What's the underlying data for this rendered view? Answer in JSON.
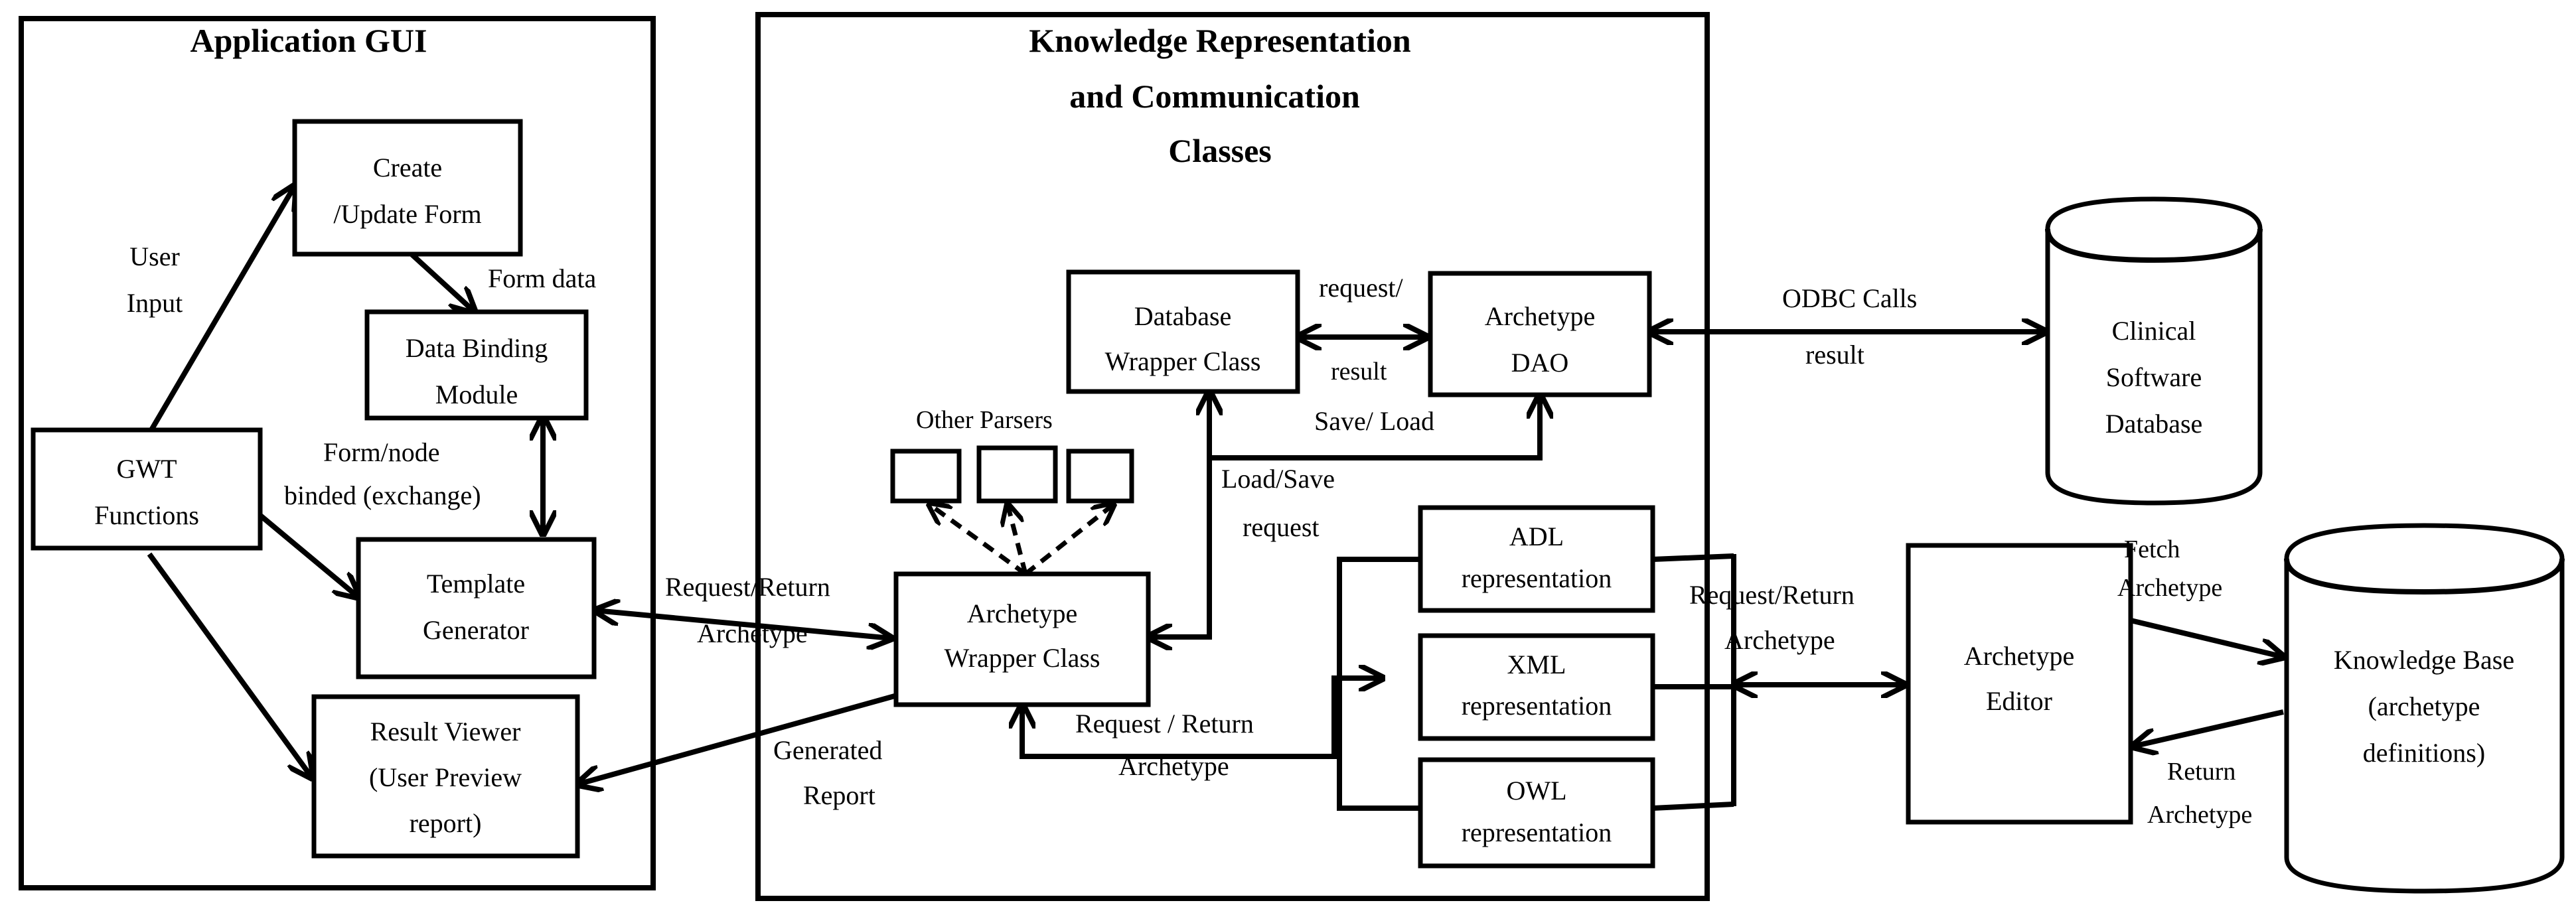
{
  "panels": {
    "app_gui": "Application GUI",
    "krc_line1": "Knowledge Representation",
    "krc_line2": "and Communication",
    "krc_line3": "Classes"
  },
  "boxes": {
    "create_form": [
      "Create",
      "/Update Form"
    ],
    "data_binding": [
      "Data Binding",
      "Module"
    ],
    "gwt": [
      "GWT",
      "Functions"
    ],
    "template_gen": [
      "Template",
      "Generator"
    ],
    "result_viewer": [
      "Result Viewer",
      "(User Preview",
      "report)"
    ],
    "db_wrapper": [
      "Database",
      "Wrapper Class"
    ],
    "archetype_dao": [
      "Archetype",
      "DAO"
    ],
    "archetype_wrapper": [
      "Archetype",
      "Wrapper Class"
    ],
    "adl": [
      "ADL",
      "representation"
    ],
    "xml": [
      "XML",
      "representation"
    ],
    "owl": [
      "OWL",
      "representation"
    ],
    "archetype_editor": [
      "Archetype",
      "Editor"
    ],
    "clinical_db": [
      "Clinical",
      "Software",
      "Database"
    ],
    "knowledge_base": [
      "Knowledge Base",
      "(archetype",
      "definitions)"
    ]
  },
  "labels": {
    "user_input": [
      "User",
      "Input"
    ],
    "form_data": "Form data",
    "form_node": [
      "Form/node",
      "binded (exchange)"
    ],
    "req_return_left": [
      "Request/Return",
      "Archetype"
    ],
    "generated_report": [
      "Generated",
      "Report"
    ],
    "other_parsers": "Other Parsers",
    "request_result": [
      "request/",
      "result"
    ],
    "save_load": "Save/  Load",
    "load_save": [
      "Load/Save",
      "request"
    ],
    "req_return_bottom": [
      "Request  / Return",
      "Archetype"
    ],
    "req_return_right": [
      "Request/Return",
      "Archetype"
    ],
    "odbc": "ODBC Calls",
    "result": "result",
    "fetch": [
      "Fetch",
      "Archetype"
    ],
    "return": [
      "Return",
      "Archetype"
    ]
  }
}
